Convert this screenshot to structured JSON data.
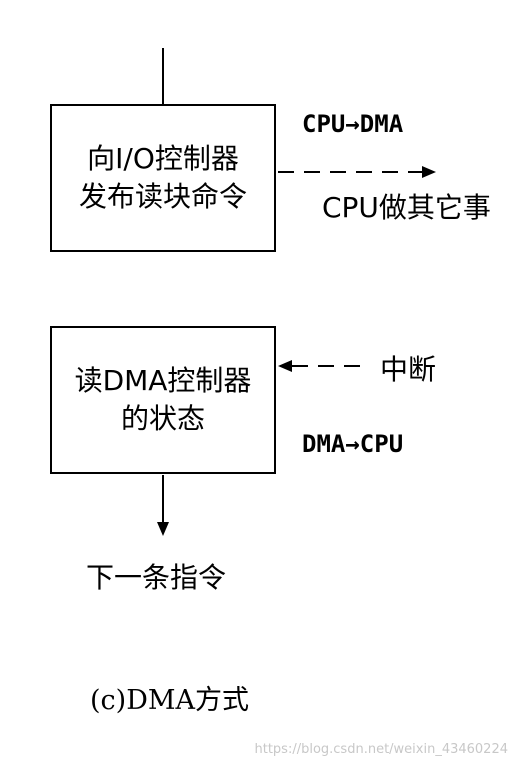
{
  "box1": {
    "line1": "向I/O控制器",
    "line2": "发布读块命令"
  },
  "box2": {
    "line1": "读DMA控制器",
    "line2": "的状态"
  },
  "labels": {
    "cpu_to_dma": "CPU→DMA",
    "cpu_other": "CPU做其它事",
    "interrupt": "中断",
    "dma_to_cpu": "DMA→CPU",
    "next_instruction": "下一条指令",
    "caption": "(c)DMA方式"
  },
  "watermark": "https://blog.csdn.net/weixin_43460224"
}
